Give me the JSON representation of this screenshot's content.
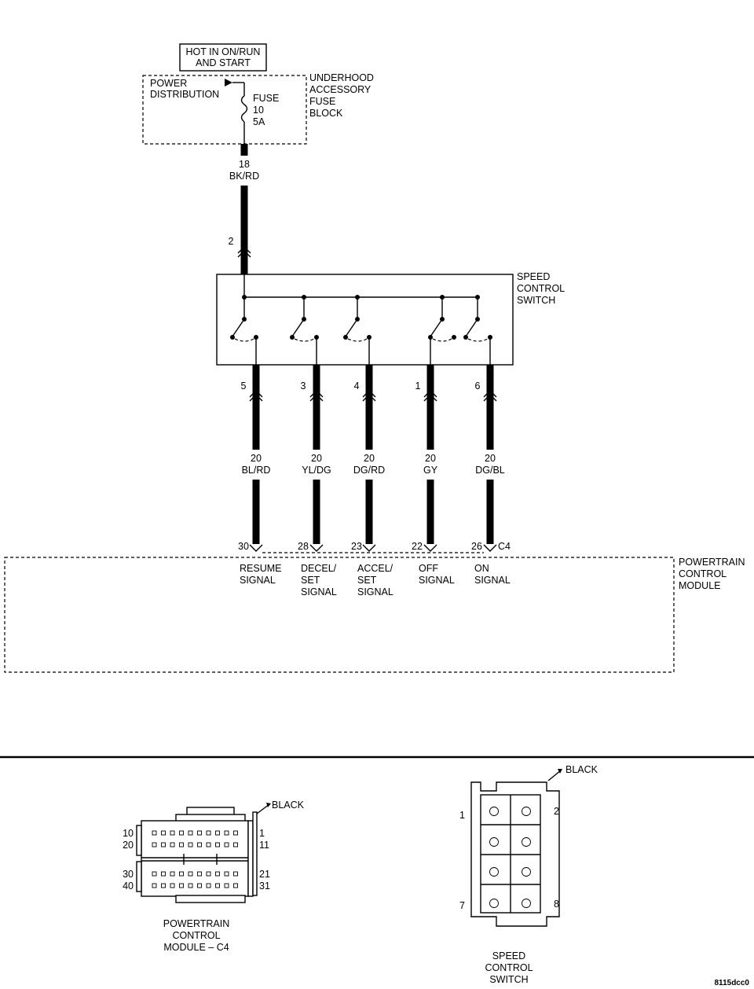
{
  "hot_label": [
    "HOT IN ON/RUN",
    "AND START"
  ],
  "power_distribution": [
    "POWER",
    "DISTRIBUTION"
  ],
  "fuse": [
    "FUSE",
    "10",
    "5A"
  ],
  "fuse_block": [
    "UNDERHOOD",
    "ACCESSORY",
    "FUSE",
    "BLOCK"
  ],
  "feed_wire": {
    "gauge": "18",
    "color": "BK/RD",
    "switch_pin": "2"
  },
  "speed_control_switch": [
    "SPEED",
    "CONTROL",
    "SWITCH"
  ],
  "wires": [
    {
      "switch_pin": "5",
      "gauge": "20",
      "color": "BL/RD",
      "pcm_pin": "30",
      "signal": [
        "RESUME",
        "SIGNAL"
      ]
    },
    {
      "switch_pin": "3",
      "gauge": "20",
      "color": "YL/DG",
      "pcm_pin": "28",
      "signal": [
        "DECEL/",
        "SET",
        "SIGNAL"
      ]
    },
    {
      "switch_pin": "4",
      "gauge": "20",
      "color": "DG/RD",
      "pcm_pin": "23",
      "signal": [
        "ACCEL/",
        "SET",
        "SIGNAL"
      ]
    },
    {
      "switch_pin": "1",
      "gauge": "20",
      "color": "GY",
      "pcm_pin": "22",
      "signal": [
        "OFF",
        "SIGNAL"
      ]
    },
    {
      "switch_pin": "6",
      "gauge": "20",
      "color": "DG/BL",
      "pcm_pin": "26",
      "signal": [
        "ON",
        "SIGNAL"
      ]
    }
  ],
  "connector_id": "C4",
  "pcm": [
    "POWERTRAIN",
    "CONTROL",
    "MODULE"
  ],
  "pcm_connector": {
    "color": "BLACK",
    "pins": {
      "top_left_1": "10",
      "top_left_2": "20",
      "bottom_left_1": "30",
      "bottom_left_2": "40",
      "top_right_1": "1",
      "top_right_2": "11",
      "bottom_right_1": "21",
      "bottom_right_2": "31"
    },
    "caption": [
      "POWERTRAIN",
      "CONTROL",
      "MODULE – C4"
    ]
  },
  "switch_connector": {
    "color": "BLACK",
    "pins": {
      "top_left": "1",
      "top_right": "2",
      "bottom_left": "7",
      "bottom_right": "8"
    },
    "caption": [
      "SPEED",
      "CONTROL",
      "SWITCH"
    ]
  },
  "figure_id": "8115dcc0"
}
